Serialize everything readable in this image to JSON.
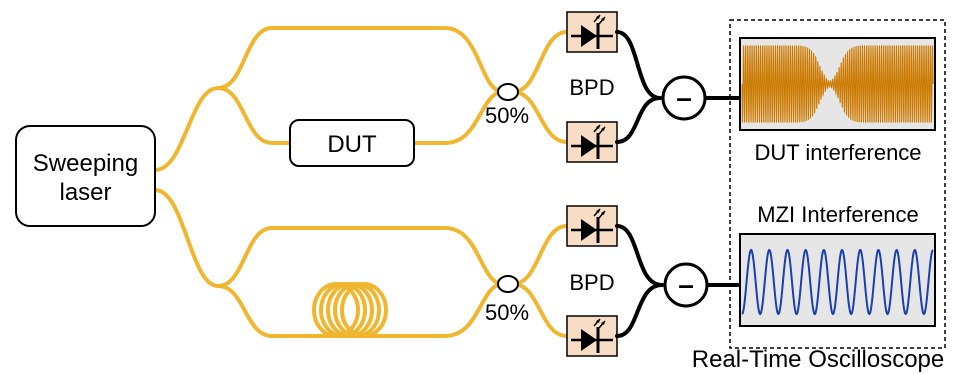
{
  "source": {
    "line1": "Sweeping",
    "line2": "laser"
  },
  "dut_label": "DUT",
  "couplers": {
    "top_ratio": "50%",
    "bottom_ratio": "50%"
  },
  "detectors": {
    "top_label": "BPD",
    "bottom_label": "BPD"
  },
  "subtract_symbol": "–",
  "oscilloscope": {
    "title": "Real-Time Oscilloscope",
    "top_trace_label": "DUT interference",
    "bottom_trace_label": "MZI Interference"
  },
  "colors": {
    "fiber": "#f0b62f",
    "dut_trace": "#cc7a00",
    "mzi_trace": "#1a3fb0",
    "photodiode_bg": "#f9dcc4",
    "screen_bg": "#e6e6e6"
  }
}
